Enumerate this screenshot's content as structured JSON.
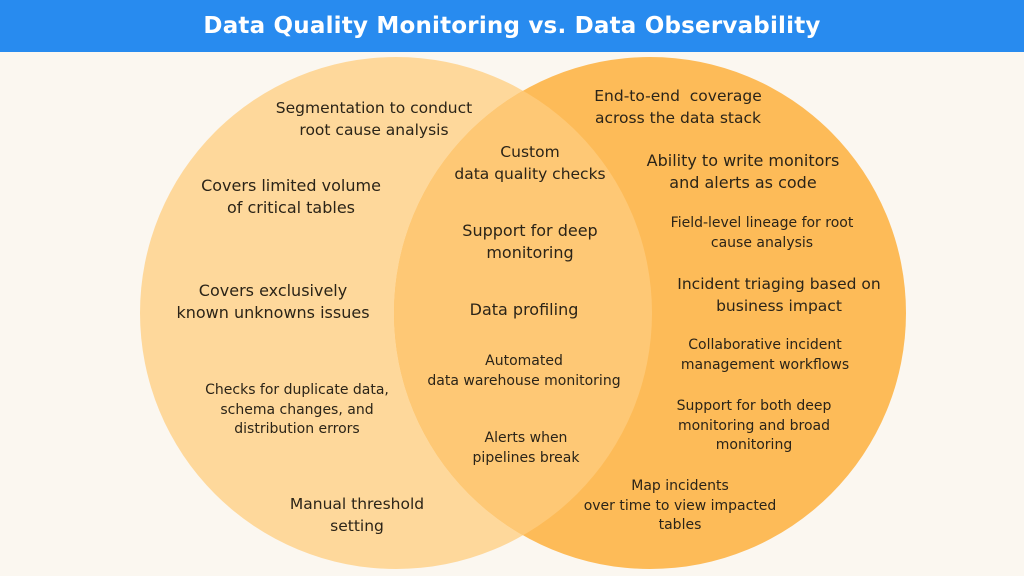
{
  "title": "Data Quality Monitoring vs. Data Observability",
  "colors": {
    "header": "#288bef",
    "background": "#fbf7f0",
    "left_circle": "#fed89b",
    "right_circle": "#fdbb58",
    "overlap": "#fec875"
  },
  "left_only": [
    "Segmentation to conduct\nroot cause analysis",
    "Covers limited volume\nof critical tables",
    "Covers exclusively\nknown unknowns issues",
    "Checks for duplicate data,\nschema changes, and\ndistribution errors",
    "Manual threshold\nsetting"
  ],
  "overlap": [
    "Custom\ndata quality checks",
    "Support for deep\nmonitoring",
    "Data profiling",
    "Automated\ndata warehouse monitoring",
    "Alerts when\npipelines break"
  ],
  "right_only": [
    "End-to-end  coverage\nacross the data stack",
    "Ability to write monitors\nand alerts as code",
    "Field-level lineage for root\ncause analysis",
    "Incident triaging based on\nbusiness impact",
    "Collaborative incident\nmanagement workflows",
    "Support for both deep\nmonitoring and broad\nmonitoring",
    "Map incidents\nover time to view impacted\ntables"
  ]
}
